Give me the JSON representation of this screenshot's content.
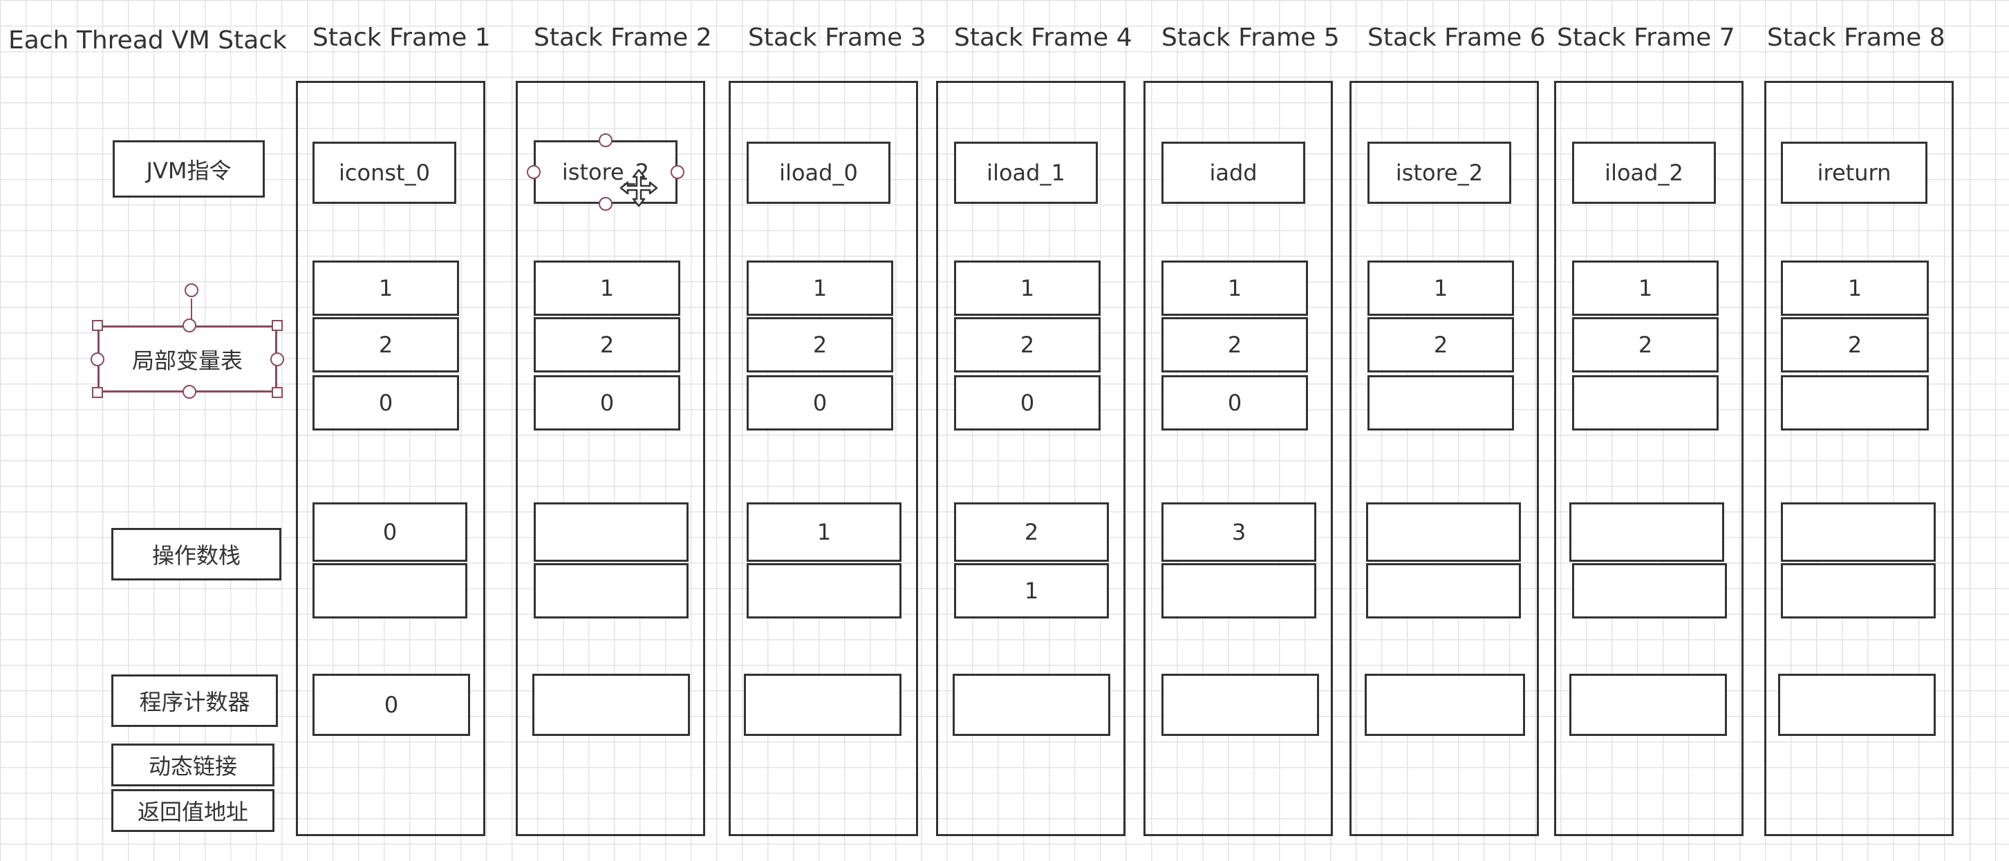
{
  "header": {
    "title": "Each Thread  VM Stack"
  },
  "side_labels": {
    "instruction": "JVM指令",
    "locals": "局部变量表",
    "operand_stack": "操作数栈",
    "program_counter": "程序计数器",
    "dynamic_link": "动态链接",
    "return_address": "返回值地址"
  },
  "frames": [
    {
      "title": "Stack Frame 1",
      "instruction": "iconst_0",
      "locals": [
        "1",
        "2",
        "0"
      ],
      "operands": [
        "0",
        ""
      ],
      "pc": "0"
    },
    {
      "title": "Stack Frame 2",
      "instruction": "istore_2",
      "locals": [
        "1",
        "2",
        "0"
      ],
      "operands": [
        "",
        ""
      ],
      "pc": ""
    },
    {
      "title": "Stack Frame 3",
      "instruction": "iload_0",
      "locals": [
        "1",
        "2",
        "0"
      ],
      "operands": [
        "1",
        ""
      ],
      "pc": ""
    },
    {
      "title": "Stack Frame 4",
      "instruction": "iload_1",
      "locals": [
        "1",
        "2",
        "0"
      ],
      "operands": [
        "2",
        "1"
      ],
      "pc": ""
    },
    {
      "title": "Stack Frame 5",
      "instruction": "iadd",
      "locals": [
        "1",
        "2",
        "0"
      ],
      "operands": [
        "3",
        ""
      ],
      "pc": ""
    },
    {
      "title": "Stack Frame 6",
      "instruction": "istore_2",
      "locals": [
        "1",
        "2",
        ""
      ],
      "operands": [
        "",
        ""
      ],
      "pc": ""
    },
    {
      "title": "Stack Frame 7",
      "instruction": "iload_2",
      "locals": [
        "1",
        "2",
        ""
      ],
      "operands": [
        "",
        ""
      ],
      "pc": ""
    },
    {
      "title": "Stack Frame 8",
      "instruction": "ireturn",
      "locals": [
        "1",
        "2",
        ""
      ],
      "operands": [
        "",
        ""
      ],
      "pc": ""
    }
  ],
  "colors": {
    "stroke": "#333333",
    "selection": "#8b4a5a",
    "grid": "#e4e4e4"
  },
  "icons": {
    "move_cursor": "move-cursor-icon"
  }
}
